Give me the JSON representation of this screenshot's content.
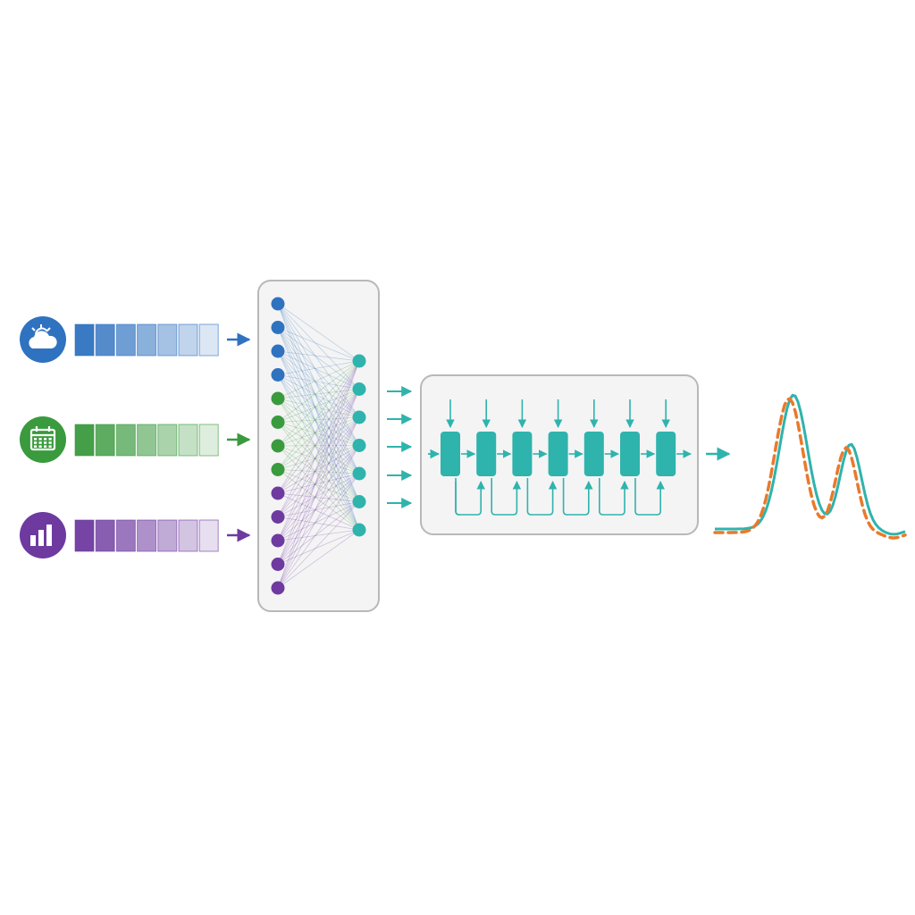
{
  "colors": {
    "weather": "#2f72c0",
    "calendar": "#3a9a3e",
    "history": "#6e3aa0",
    "teal": "#2fb3ad",
    "forecast": "#e87a2c",
    "panel_fill": "#f4f4f4",
    "panel_stroke": "#b8b8b8"
  },
  "inputs": [
    {
      "name": "weather",
      "icon": "weather-cloud-sun-icon",
      "color": "#2f72c0",
      "cells": 7
    },
    {
      "name": "calendar",
      "icon": "calendar-icon",
      "color": "#3a9a3e",
      "cells": 7
    },
    {
      "name": "history",
      "icon": "bar-chart-icon",
      "color": "#6e3aa0",
      "cells": 7
    }
  ],
  "network": {
    "input_layer": [
      "#2f72c0",
      "#2f72c0",
      "#2f72c0",
      "#2f72c0",
      "#3a9a3e",
      "#3a9a3e",
      "#3a9a3e",
      "#3a9a3e",
      "#6e3aa0",
      "#6e3aa0",
      "#6e3aa0",
      "#6e3aa0",
      "#6e3aa0"
    ],
    "output_nodes": 7
  },
  "recurrent": {
    "cells": 7
  },
  "output_curves": {
    "series": [
      "actual",
      "forecast"
    ],
    "styles": {
      "actual": "solid",
      "forecast": "dashed"
    }
  }
}
